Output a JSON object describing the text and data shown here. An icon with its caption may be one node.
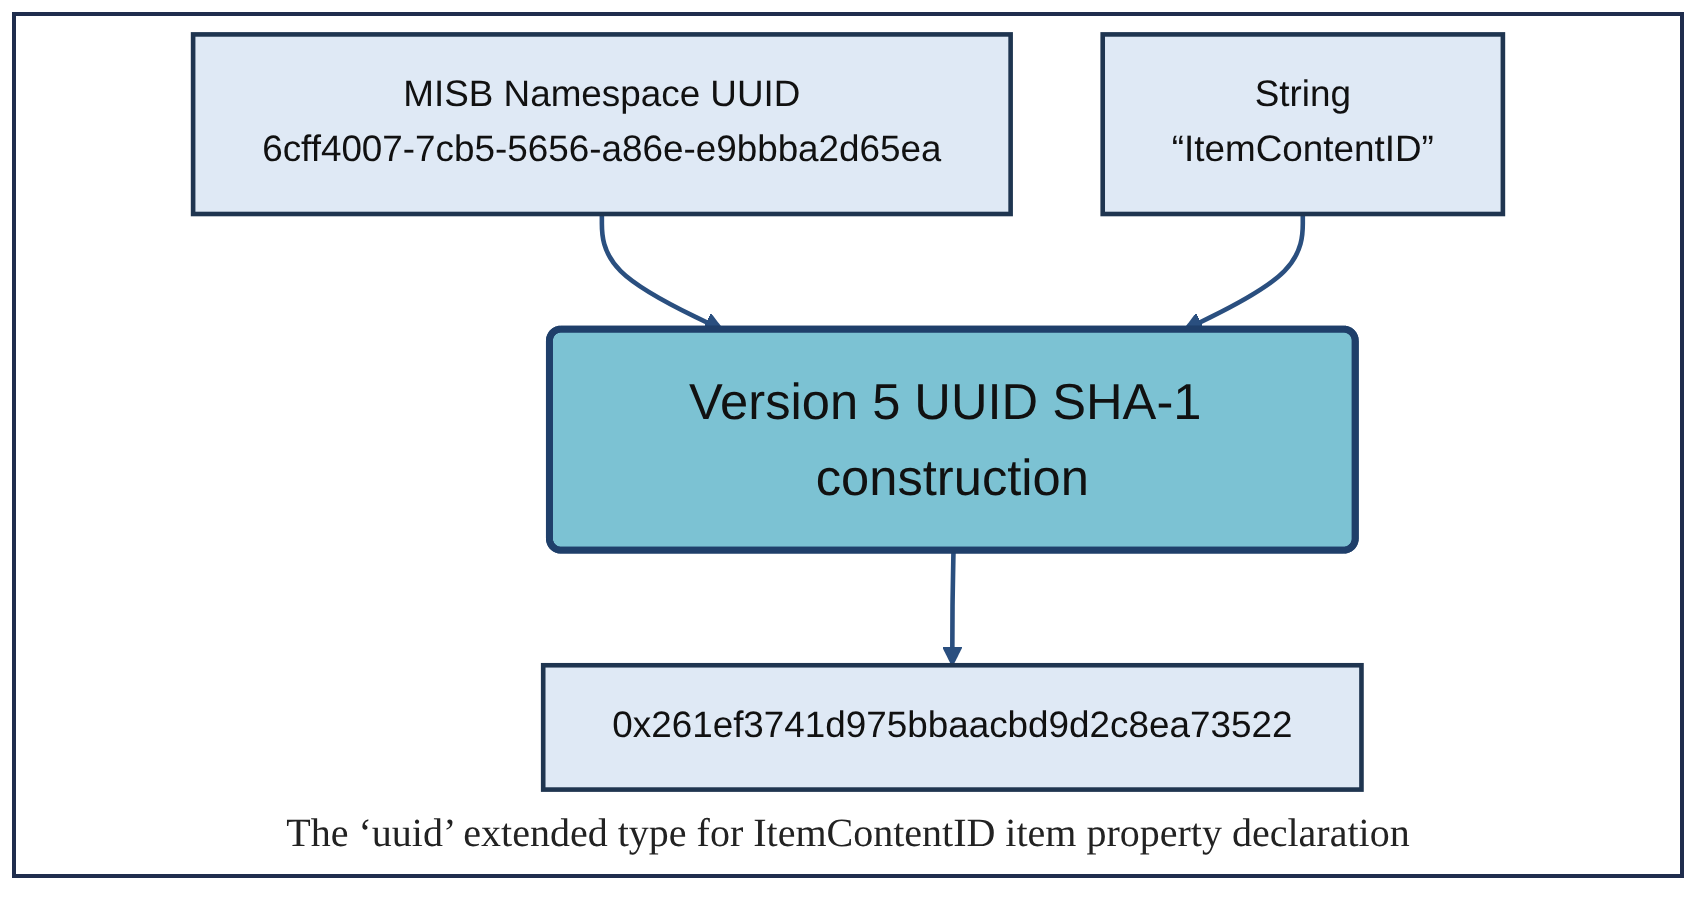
{
  "diagram": {
    "caption": "The ‘uuid’ extended type for ItemContentID item property declaration",
    "nodes": [
      {
        "text": [
          "MISB Namespace UUID",
          "6cff4007-7cb5-5656-a86e-e9bbba2d65ea"
        ]
      },
      {
        "text": [
          "String",
          "“ItemContentID”"
        ]
      },
      {
        "text": [
          "Version 5 UUID SHA-1 construction"
        ]
      },
      {
        "text": [
          "0x261ef3741d975bbaacbd9d2c8ea73522"
        ]
      }
    ],
    "edges": [
      {
        "from": 0,
        "to": 2,
        "arrow": "to"
      },
      {
        "from": 1,
        "to": 2,
        "arrow": "to"
      },
      {
        "from": 2,
        "to": 3,
        "arrow": "to"
      }
    ]
  }
}
